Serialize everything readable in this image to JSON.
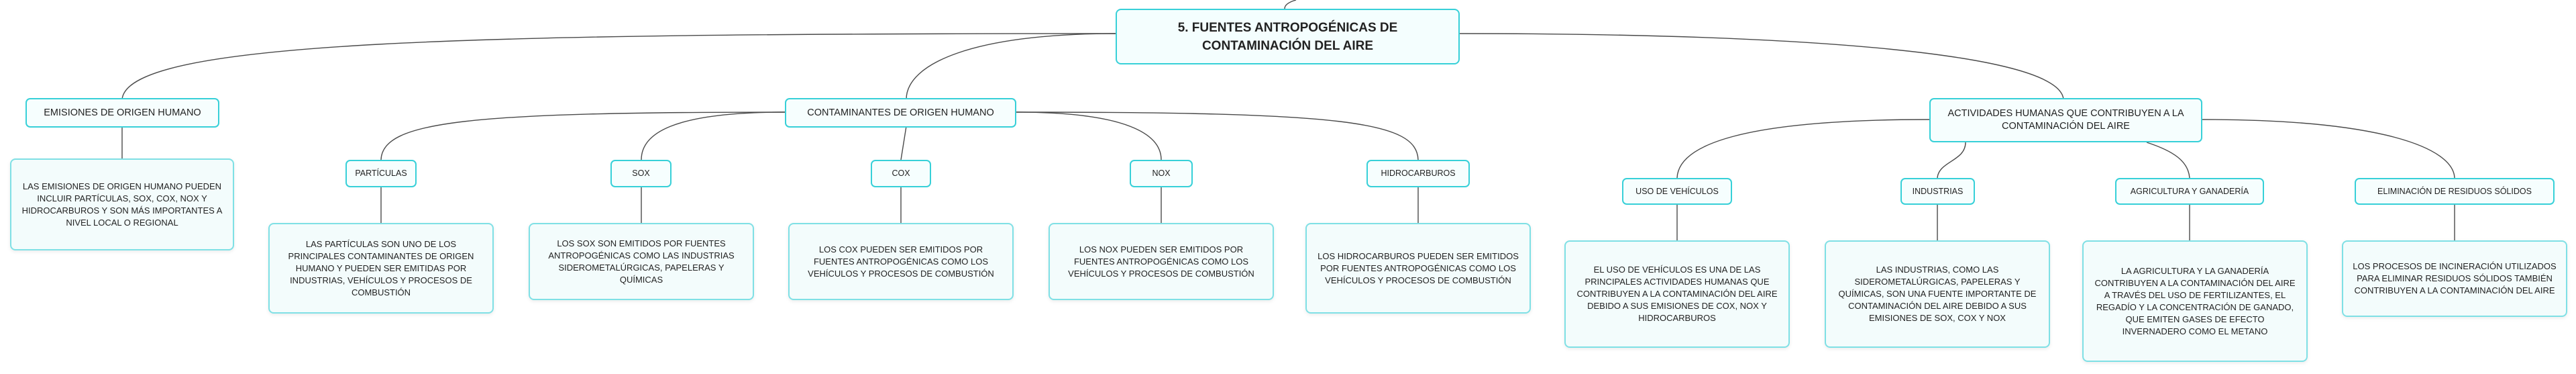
{
  "root": {
    "title": "5. FUENTES ANTROPOGÉNICAS DE CONTAMINACIÓN DEL AIRE"
  },
  "branches": {
    "emisiones": {
      "label": "EMISIONES DE ORIGEN HUMANO",
      "note": "LAS EMISIONES DE ORIGEN HUMANO PUEDEN INCLUIR PARTÍCULAS, SOX, COX, NOX Y HIDROCARBUROS Y SON MÁS IMPORTANTES A NIVEL LOCAL O REGIONAL"
    },
    "contaminantes": {
      "label": "CONTAMINANTES DE ORIGEN HUMANO",
      "children": {
        "particulas": {
          "label": "PARTÍCULAS",
          "note": "LAS PARTÍCULAS SON UNO DE LOS PRINCIPALES CONTAMINANTES DE ORIGEN HUMANO Y PUEDEN SER EMITIDAS POR INDUSTRIAS, VEHÍCULOS Y PROCESOS DE COMBUSTIÓN"
        },
        "sox": {
          "label": "SOX",
          "note": "LOS SOX SON EMITIDOS POR FUENTES ANTROPOGÉNICAS COMO LAS INDUSTRIAS SIDEROMETALÚRGICAS, PAPELERAS Y QUÍMICAS"
        },
        "cox": {
          "label": "COX",
          "note": "LOS COX PUEDEN SER EMITIDOS POR FUENTES ANTROPOGÉNICAS COMO LOS VEHÍCULOS Y PROCESOS DE COMBUSTIÓN"
        },
        "nox": {
          "label": "NOX",
          "note": "LOS NOX PUEDEN SER EMITIDOS POR FUENTES ANTROPOGÉNICAS COMO LOS VEHÍCULOS Y PROCESOS DE COMBUSTIÓN"
        },
        "hidrocarburos": {
          "label": "HIDROCARBUROS",
          "note": "LOS HIDROCARBUROS PUEDEN SER EMITIDOS POR FUENTES ANTROPOGÉNICAS COMO LOS VEHÍCULOS Y PROCESOS DE COMBUSTIÓN"
        }
      }
    },
    "actividades": {
      "label": "ACTIVIDADES HUMANAS QUE CONTRIBUYEN A LA CONTAMINACIÓN DEL AIRE",
      "children": {
        "vehiculos": {
          "label": "USO DE VEHÍCULOS",
          "note": "EL USO DE VEHÍCULOS ES UNA DE LAS PRINCIPALES ACTIVIDADES HUMANAS QUE CONTRIBUYEN A LA CONTAMINACIÓN DEL AIRE DEBIDO A SUS EMISIONES DE COX, NOX Y HIDROCARBUROS"
        },
        "industrias": {
          "label": "INDUSTRIAS",
          "note": "LAS INDUSTRIAS, COMO LAS SIDEROMETALÚRGICAS, PAPELERAS Y QUÍMICAS, SON UNA FUENTE IMPORTANTE DE CONTAMINACIÓN DEL AIRE DEBIDO A SUS EMISIONES DE SOX, COX Y NOX"
        },
        "agricultura": {
          "label": "AGRICULTURA Y GANADERÍA",
          "note": "LA AGRICULTURA Y LA GANADERÍA CONTRIBUYEN A LA CONTAMINACIÓN DEL AIRE A TRAVÉS DEL USO DE FERTILIZANTES, EL REGADÍO Y LA CONCENTRACIÓN DE GANADO, QUE EMITEN GASES DE EFECTO INVERNADERO COMO EL METANO"
        },
        "residuos": {
          "label": "ELIMINACIÓN DE RESIDUOS SÓLIDOS",
          "note": "LOS PROCESOS DE INCINERACIÓN UTILIZADOS PARA ELIMINAR RESIDUOS SÓLIDOS TAMBIÉN CONTRIBUYEN A LA CONTAMINACIÓN DEL AIRE"
        }
      }
    }
  },
  "style": {
    "accent": "#37d0d8",
    "note_border": "#7fe0e5",
    "line": "#4a4a4a"
  }
}
